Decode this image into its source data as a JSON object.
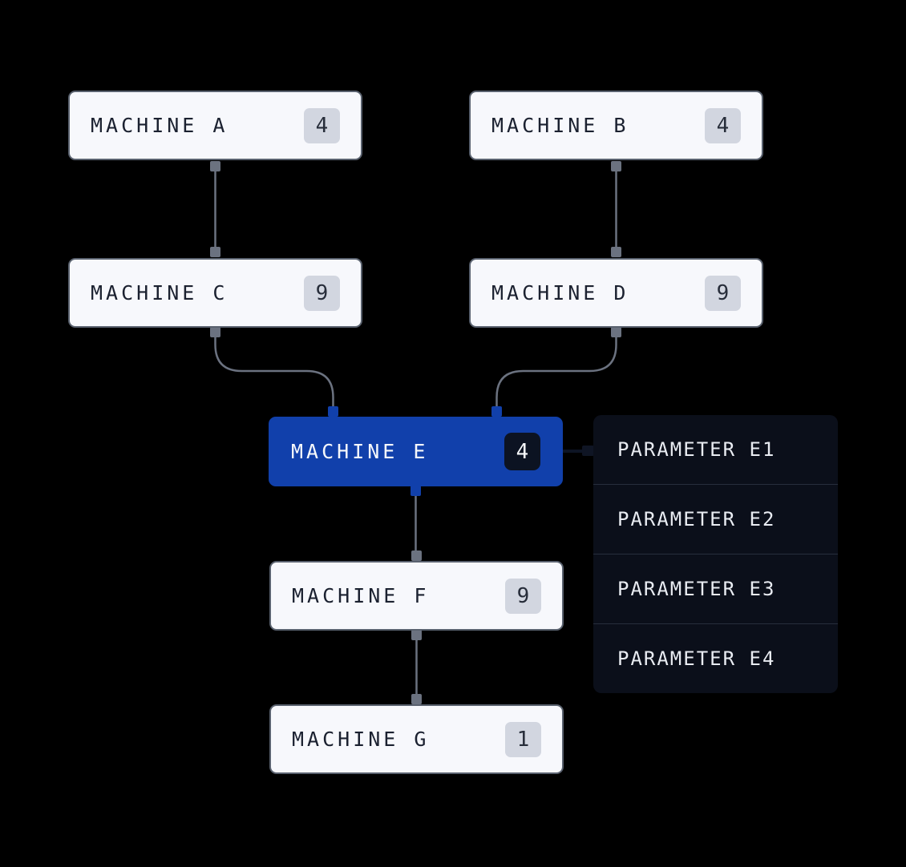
{
  "graph": {
    "nodes": [
      {
        "id": "machine-a",
        "label": "MACHINE A",
        "badge": "4",
        "selected": false
      },
      {
        "id": "machine-b",
        "label": "MACHINE B",
        "badge": "4",
        "selected": false
      },
      {
        "id": "machine-c",
        "label": "MACHINE C",
        "badge": "9",
        "selected": false
      },
      {
        "id": "machine-d",
        "label": "MACHINE D",
        "badge": "9",
        "selected": false
      },
      {
        "id": "machine-e",
        "label": "MACHINE E",
        "badge": "4",
        "selected": true
      },
      {
        "id": "machine-f",
        "label": "MACHINE F",
        "badge": "9",
        "selected": false
      },
      {
        "id": "machine-g",
        "label": "MACHINE G",
        "badge": "1",
        "selected": false
      }
    ],
    "edges": [
      {
        "from": "machine-a",
        "to": "machine-c"
      },
      {
        "from": "machine-b",
        "to": "machine-d"
      },
      {
        "from": "machine-c",
        "to": "machine-e"
      },
      {
        "from": "machine-d",
        "to": "machine-e"
      },
      {
        "from": "machine-e",
        "to": "machine-f"
      },
      {
        "from": "machine-f",
        "to": "machine-g"
      }
    ]
  },
  "parameter_panel": {
    "attached_to": "machine-e",
    "items": [
      {
        "label": "PARAMETER E1"
      },
      {
        "label": "PARAMETER E2"
      },
      {
        "label": "PARAMETER E3"
      },
      {
        "label": "PARAMETER E4"
      }
    ]
  },
  "colors": {
    "background": "#000000",
    "node_fill": "#f7f8fc",
    "node_border": "#59616e",
    "node_text": "#1b2130",
    "badge_fill": "#d2d6e0",
    "badge_text": "#272d3a",
    "selected_fill": "#1140ab",
    "selected_text": "#f6f8fb",
    "selected_badge_fill": "#0c1322",
    "edge_line": "#6b7280",
    "badge_link_line": "#0d1424",
    "panel_fill": "#0b0f1a",
    "panel_divider": "#272e3c",
    "panel_text": "#e9ecf2"
  }
}
